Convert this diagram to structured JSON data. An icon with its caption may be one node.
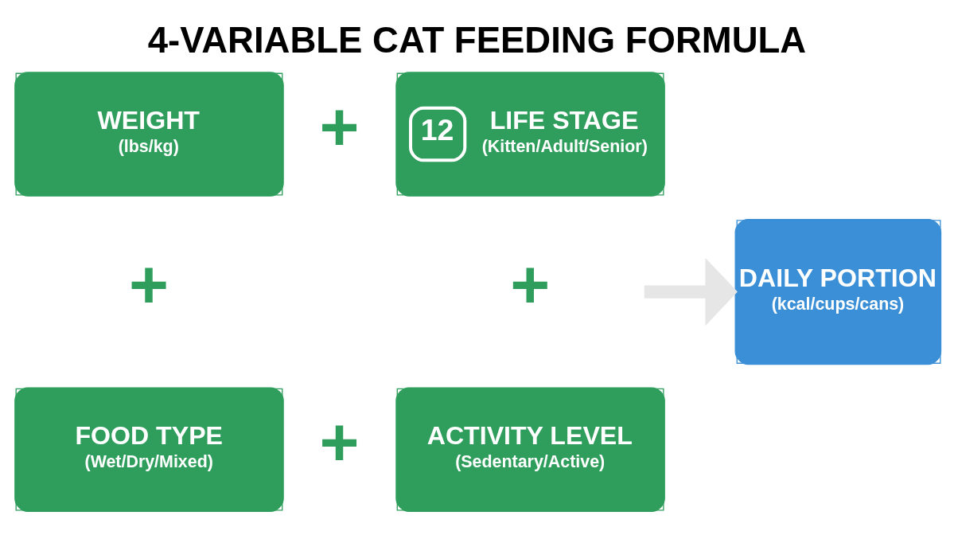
{
  "diagram": {
    "title": "4-VARIABLE CAT FEEDING FORMULA",
    "nodes": [
      {
        "text": [
          "WEIGHT",
          "(lbs/kg)"
        ]
      },
      {
        "text": [
          "12",
          "LIFE STAGE",
          "(Kitten/Adult/Senior)"
        ]
      },
      {
        "text": [
          "FOOD TYPE",
          "(Wet/Dry/Mixed)"
        ]
      },
      {
        "text": [
          "ACTIVITY LEVEL",
          "(Sedentary/Active)"
        ]
      },
      {
        "text": [
          "DAILY PORTION",
          "(kcal/cups/cans)"
        ]
      }
    ],
    "edges": [
      {
        "from": null,
        "to": 4,
        "arrow": "to",
        "color": "#e6e6e6"
      }
    ],
    "labels": [
      "+",
      "+",
      "+",
      "+"
    ]
  }
}
